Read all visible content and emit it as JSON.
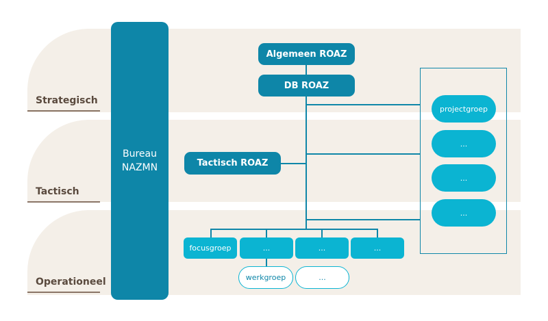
{
  "layers": {
    "strategic": "Strategisch",
    "tactical": "Tactisch",
    "operational": "Operationeel"
  },
  "bureau": "Bureau\nNAZMN",
  "boxes": {
    "algemeen": "Algemeen ROAZ",
    "db": "DB ROAZ",
    "tactisch": "Tactisch ROAZ",
    "projectgroep": "projectgroep",
    "project_more_1": "...",
    "project_more_2": "...",
    "project_more_3": "...",
    "focusgroep": "focusgroep",
    "focus_more_1": "...",
    "focus_more_2": "...",
    "focus_more_3": "...",
    "werkgroep": "werkgroep",
    "werk_more_1": "..."
  },
  "colors": {
    "dark_box": "#0e86a8",
    "light_box": "#0bb4d2",
    "band": "#f4efe8",
    "label": "#5a4a3e"
  }
}
